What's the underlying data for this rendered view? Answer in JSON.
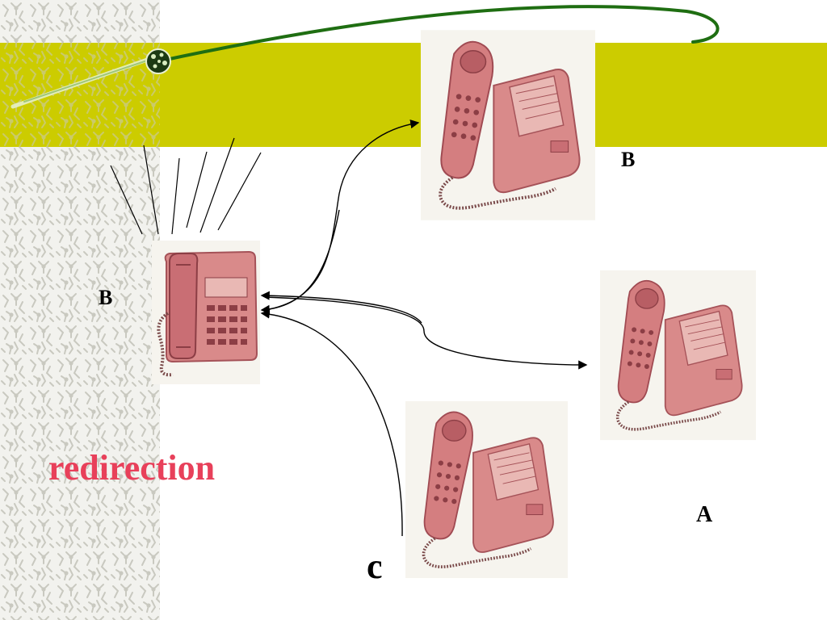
{
  "slide": {
    "title": "redirection",
    "labels": {
      "top_phone": "B",
      "left_phone": "B",
      "right_phone": "A",
      "bottom_phone": "c"
    }
  },
  "colors": {
    "band": "#cccc00",
    "title": "#e8405a",
    "curve": "#1f6e12",
    "pattern_bg": "#f2f2ee",
    "pattern_stroke": "#c9c9c0",
    "phone_body": "#d98a8a",
    "phone_shadow": "#b85e64",
    "photo_bg": "#f6f4ee"
  },
  "icons": {
    "phone": "telephone-icon",
    "orb": "globe-orb-icon"
  }
}
